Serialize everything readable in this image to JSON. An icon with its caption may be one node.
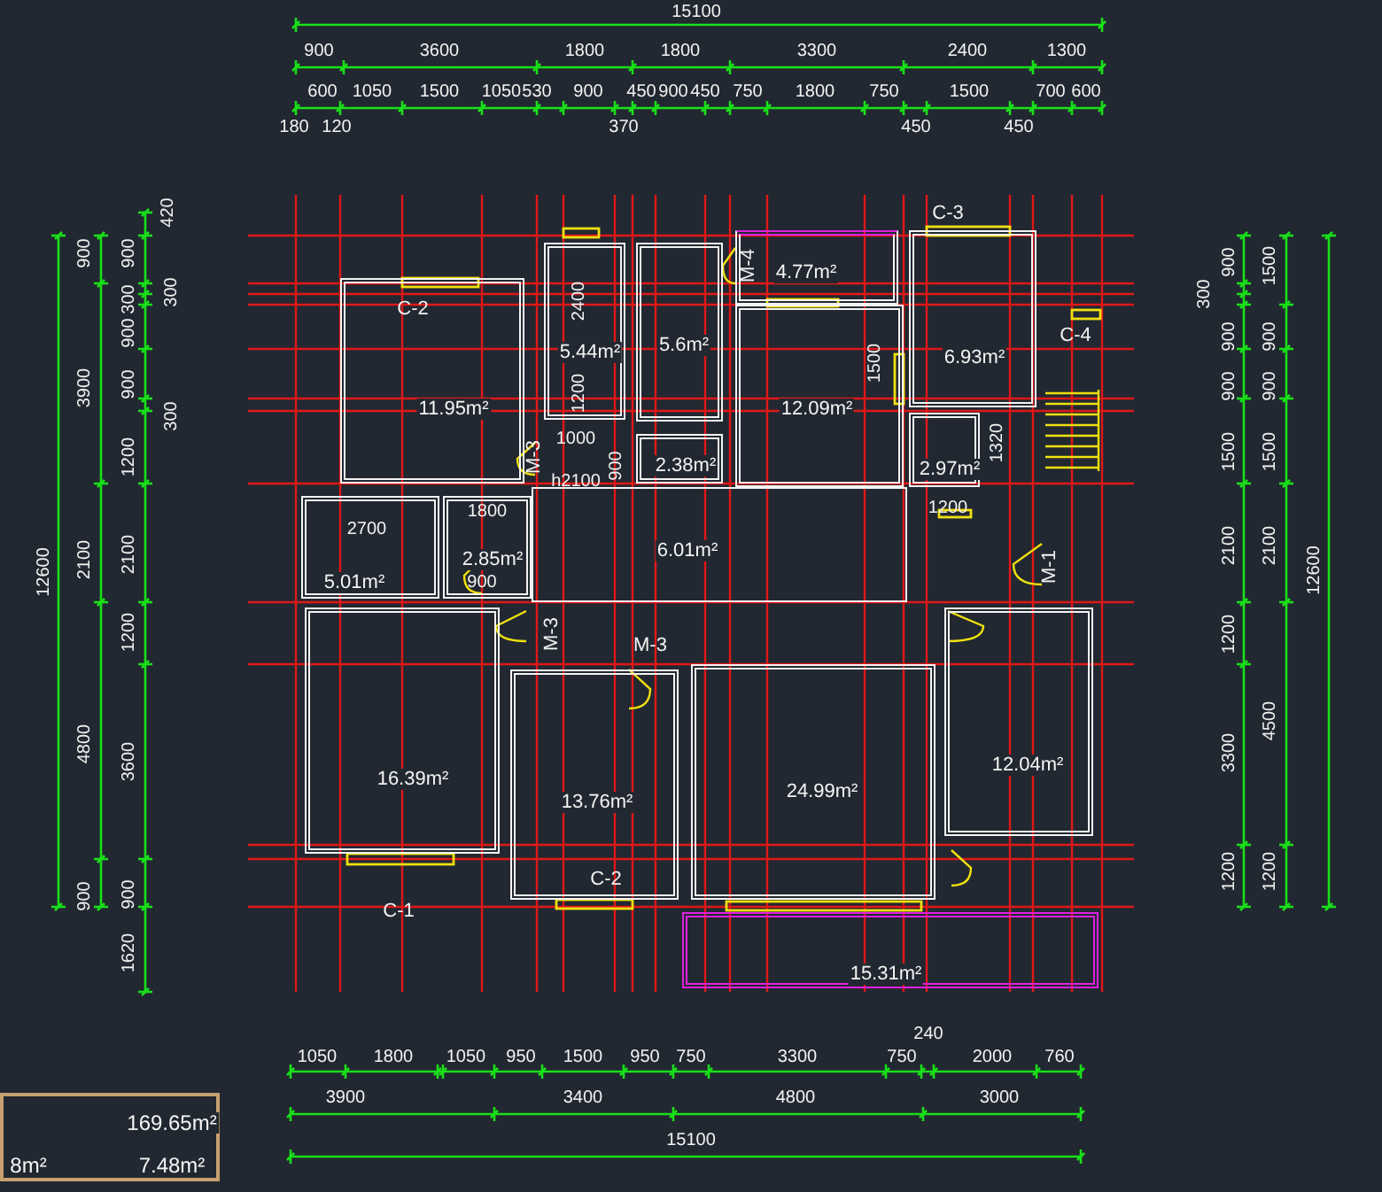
{
  "diagram": {
    "nodes": [
      {
        "text": [
          "11.95m²"
        ]
      },
      {
        "text": [
          "5.44m²"
        ]
      },
      {
        "text": [
          "5.6m²"
        ]
      },
      {
        "text": [
          "4.77m²"
        ]
      },
      {
        "text": [
          "12.09m²"
        ]
      },
      {
        "text": [
          "6.93m²"
        ]
      },
      {
        "text": [
          "2.38m²"
        ]
      },
      {
        "text": [
          "2.97m²"
        ]
      },
      {
        "text": [
          "5.01m²"
        ]
      },
      {
        "text": [
          "2.85m²"
        ]
      },
      {
        "text": [
          "6.01m²"
        ]
      },
      {
        "text": [
          "16.39m²"
        ]
      },
      {
        "text": [
          "13.76m²"
        ]
      },
      {
        "text": [
          "24.99m²"
        ]
      },
      {
        "text": [
          "12.04m²"
        ]
      },
      {
        "text": [
          "15.31m²"
        ]
      },
      {
        "text": [
          "169.65m²",
          "8m²",
          "7.48m²"
        ]
      }
    ],
    "labels": [
      "15100",
      "900",
      "3600",
      "1800",
      "1800",
      "3300",
      "2400",
      "1300",
      "600",
      "1050",
      "1500",
      "1050",
      "530",
      "900",
      "450",
      "900",
      "450",
      "750",
      "1800",
      "750",
      "1500",
      "700",
      "600",
      "180",
      "120",
      "370",
      "450",
      "450",
      "12600",
      "900",
      "3900",
      "2100",
      "4800",
      "900",
      "420",
      "900",
      "300",
      "300",
      "900",
      "900",
      "300",
      "1200",
      "2100",
      "1200",
      "3600",
      "900",
      "1620",
      "C-3",
      "M-4",
      "C-2",
      "2400",
      "C-4",
      "1500",
      "1200",
      "M-3",
      "1000",
      "900",
      "1320",
      "h2100",
      "2700",
      "1800",
      "1200",
      "900",
      "M-1",
      "M-3",
      "M-3",
      "C-2",
      "C-1",
      "900",
      "300",
      "1500",
      "900",
      "900",
      "900",
      "900",
      "1500",
      "1500",
      "2100",
      "2100",
      "12600",
      "1200",
      "3300",
      "4500",
      "1200",
      "1200",
      "1050",
      "1800",
      "1050",
      "950",
      "1500",
      "950",
      "750",
      "3300",
      "750",
      "240",
      "2000",
      "760",
      "3900",
      "3400",
      "4800",
      "3000",
      "15100"
    ]
  }
}
